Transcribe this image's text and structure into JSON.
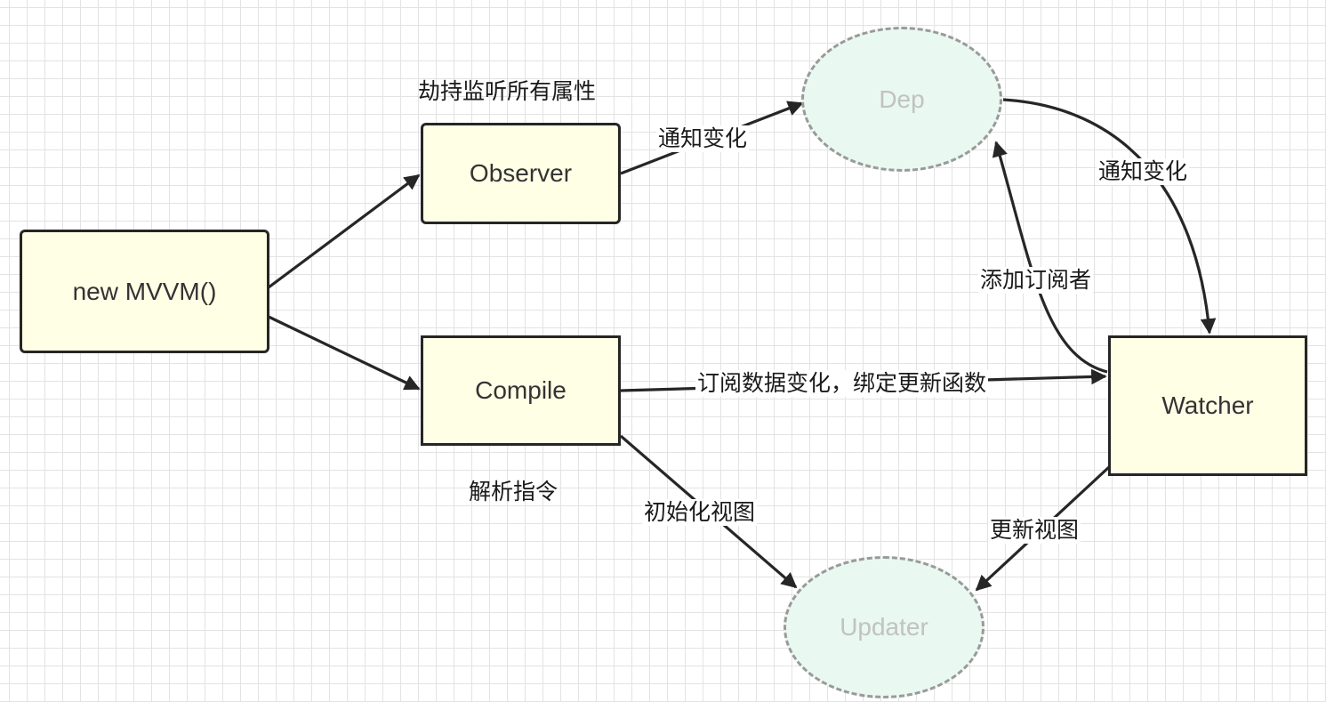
{
  "nodes": {
    "mvvm": "new MVVM()",
    "observer": "Observer",
    "compile": "Compile",
    "dep": "Dep",
    "watcher": "Watcher",
    "updater": "Updater"
  },
  "labels": {
    "observer_note": "劫持监听所有属性",
    "notify_change_1": "通知变化",
    "notify_change_2": "通知变化",
    "add_subscriber": "添加订阅者",
    "subscribe_bind": "订阅数据变化，绑定更新函数",
    "parse_directive": "解析指令",
    "init_view": "初始化视图",
    "update_view": "更新视图"
  },
  "colors": {
    "node_fill": "#ffffe6",
    "ellipse_fill": "#e9f8f1",
    "stroke": "#262626",
    "ellipse_border": "#9a9a9a",
    "ellipse_text": "#c2c2c2"
  }
}
